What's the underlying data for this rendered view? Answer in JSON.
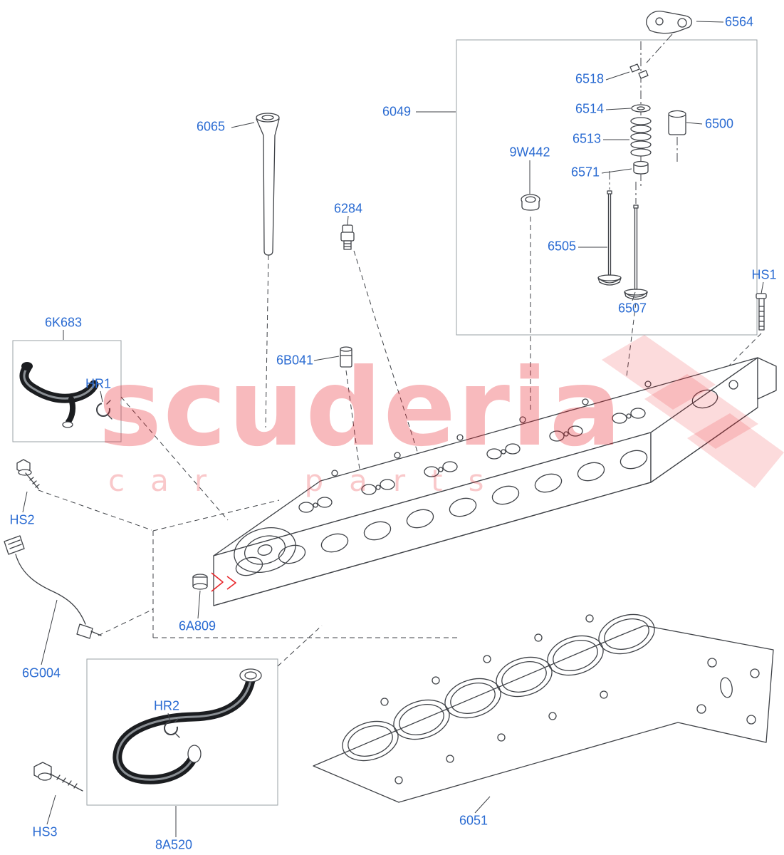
{
  "watermark": {
    "line1": "scuderia",
    "line2": "car parts"
  },
  "colors": {
    "label": "#2a6bd2",
    "line": "#3f4247",
    "pipe": "#1b1d20",
    "arrow": "#e8262a",
    "wm": "#ea1e28",
    "box": "#9aa0a6"
  },
  "labels": [
    {
      "text": "6065"
    },
    {
      "text": "6049"
    },
    {
      "text": "6518"
    },
    {
      "text": "6514"
    },
    {
      "text": "6513"
    },
    {
      "text": "6571"
    },
    {
      "text": "6500"
    },
    {
      "text": "6564"
    },
    {
      "text": "9W442"
    },
    {
      "text": "6505"
    },
    {
      "text": "6507"
    },
    {
      "text": "HS1"
    },
    {
      "text": "6284"
    },
    {
      "text": "6B041"
    },
    {
      "text": "6K683"
    },
    {
      "text": "HR1"
    },
    {
      "text": "HS2"
    },
    {
      "text": "6G004"
    },
    {
      "text": "6A809"
    },
    {
      "text": "HR2"
    },
    {
      "text": "HS3"
    },
    {
      "text": "8A520"
    },
    {
      "text": "6051"
    }
  ]
}
